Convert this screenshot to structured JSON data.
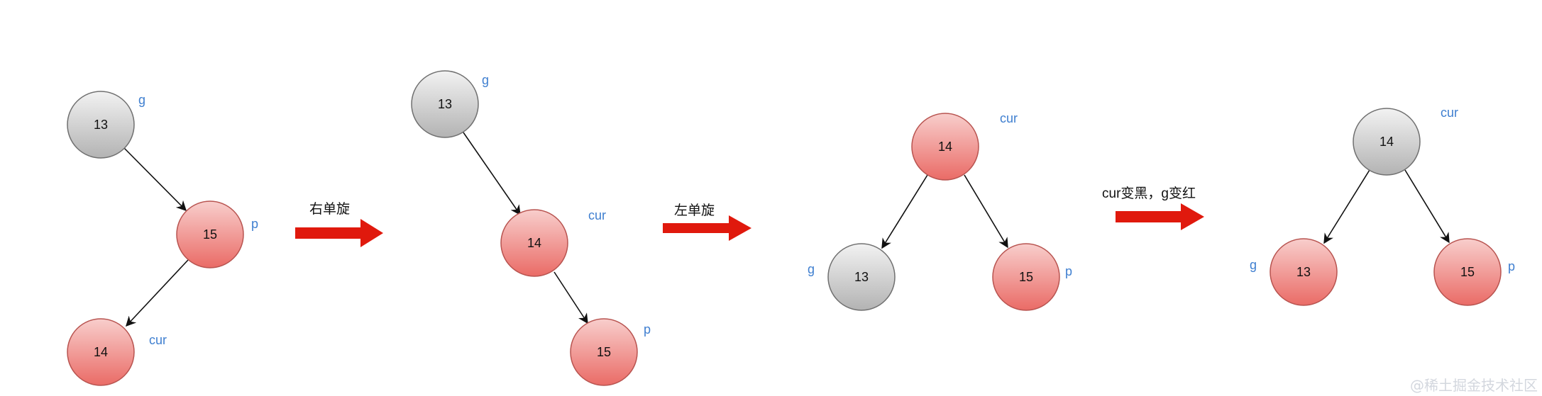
{
  "colors": {
    "black_node_fill_top": "#f2f2f2",
    "black_node_fill_bottom": "#b3b3b3",
    "red_node_fill_top": "#f8cecc",
    "red_node_fill_bottom": "#ea6b66",
    "node_stroke": "#707070",
    "tag_text": "#3f7fd0",
    "arrow_fill": "#e0190d"
  },
  "steps": [
    {
      "label": "右单旋"
    },
    {
      "label": "左单旋"
    },
    {
      "label": "cur变黑，g变红"
    }
  ],
  "trees": [
    {
      "nodes": [
        {
          "value": "13",
          "color": "black",
          "tag": "g"
        },
        {
          "value": "15",
          "color": "red",
          "tag": "p"
        },
        {
          "value": "14",
          "color": "red",
          "tag": "cur"
        }
      ]
    },
    {
      "nodes": [
        {
          "value": "13",
          "color": "black",
          "tag": "g"
        },
        {
          "value": "14",
          "color": "red",
          "tag": "cur"
        },
        {
          "value": "15",
          "color": "red",
          "tag": "p"
        }
      ]
    },
    {
      "nodes": [
        {
          "value": "14",
          "color": "red",
          "tag": "cur"
        },
        {
          "value": "13",
          "color": "black",
          "tag": "g"
        },
        {
          "value": "15",
          "color": "red",
          "tag": "p"
        }
      ]
    },
    {
      "nodes": [
        {
          "value": "14",
          "color": "black",
          "tag": "cur"
        },
        {
          "value": "13",
          "color": "red",
          "tag": "g"
        },
        {
          "value": "15",
          "color": "red",
          "tag": "p"
        }
      ]
    }
  ],
  "watermark": "@稀土掘金技术社区"
}
